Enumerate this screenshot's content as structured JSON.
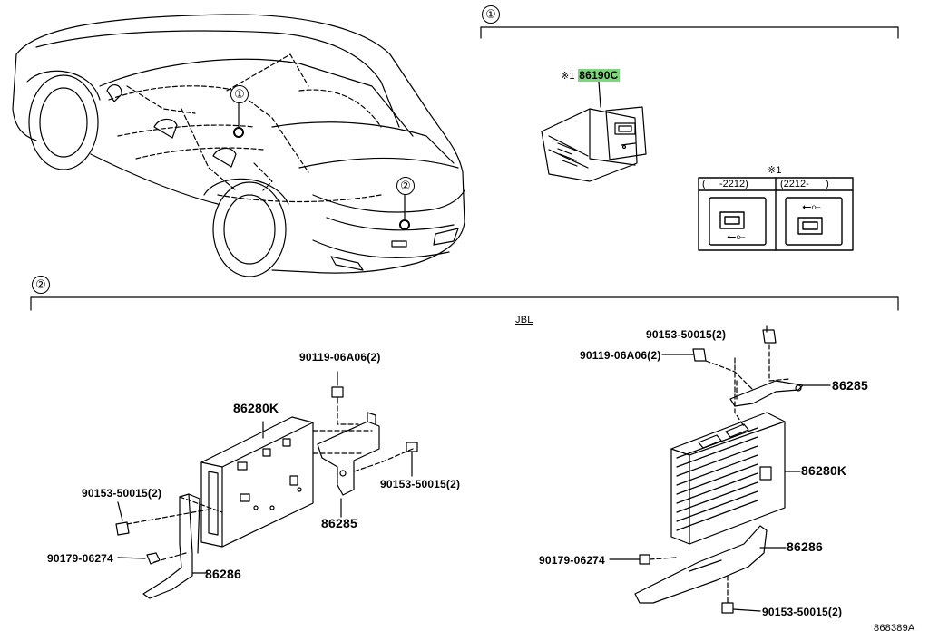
{
  "section_markers": {
    "one": "①",
    "two": "②"
  },
  "car_callouts": {
    "one": "①",
    "two": "②"
  },
  "usb_section": {
    "note_mark": "※1",
    "part_number": "86190C",
    "table_note": "※1",
    "col_left": "(     -2212)",
    "col_right": "(2212-      )"
  },
  "jbl_label": "JBL",
  "left_parts": {
    "amp": "86280K",
    "bolt_top": "90119-06A06(2)",
    "bolt_right": "90153-50015(2)",
    "bracket": "86285",
    "bolt_left": "90153-50015(2)",
    "nut": "90179-06274",
    "lower_bracket": "86286"
  },
  "right_parts": {
    "bolt_a": "90153-50015(2)",
    "bolt_b": "90119-06A06(2)",
    "bracket": "86285",
    "amp": "86280K",
    "lower_bracket": "86286",
    "nut": "90179-06274",
    "bolt_bottom": "90153-50015(2)"
  },
  "figure_id": "868389A"
}
